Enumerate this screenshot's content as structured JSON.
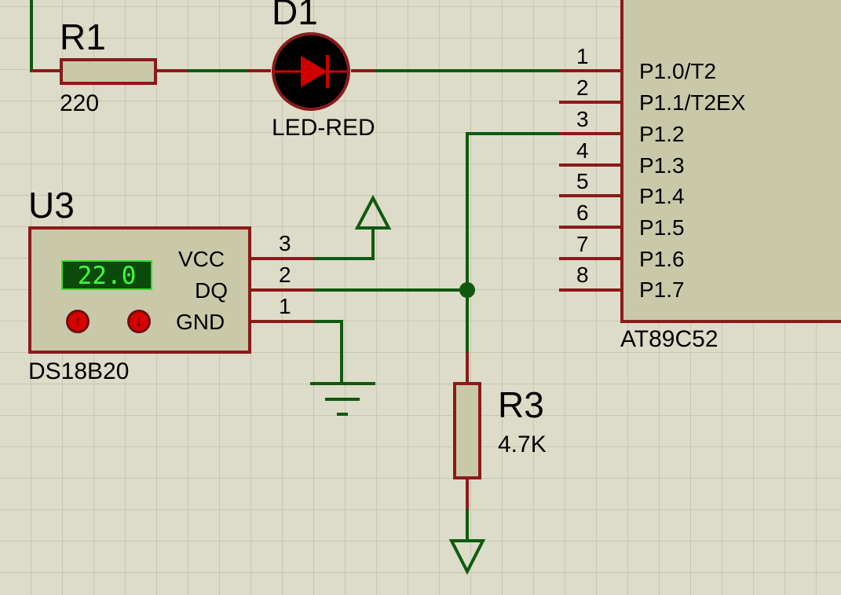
{
  "r1": {
    "ref": "R1",
    "value": "220"
  },
  "d1": {
    "ref": "D1",
    "value": "LED-RED"
  },
  "u3": {
    "ref": "U3",
    "part": "DS18B20",
    "display": "22.0",
    "pins": [
      {
        "name": "VCC",
        "num": "3"
      },
      {
        "name": "DQ",
        "num": "2"
      },
      {
        "name": "GND",
        "num": "1"
      }
    ]
  },
  "r3": {
    "ref": "R3",
    "value": "4.7K"
  },
  "mcu": {
    "part": "AT89C52",
    "pins": [
      {
        "num": "1",
        "name": "P1.0/T2"
      },
      {
        "num": "2",
        "name": "P1.1/T2EX"
      },
      {
        "num": "3",
        "name": "P1.2"
      },
      {
        "num": "4",
        "name": "P1.3"
      },
      {
        "num": "5",
        "name": "P1.4"
      },
      {
        "num": "6",
        "name": "P1.5"
      },
      {
        "num": "7",
        "name": "P1.6"
      },
      {
        "num": "8",
        "name": "P1.7"
      }
    ]
  },
  "colors": {
    "wire": "#0f5a0f",
    "pin": "#8b1a1a",
    "body": "#c9c9aa",
    "led": "#000000",
    "led_symbol": "#d00000"
  }
}
